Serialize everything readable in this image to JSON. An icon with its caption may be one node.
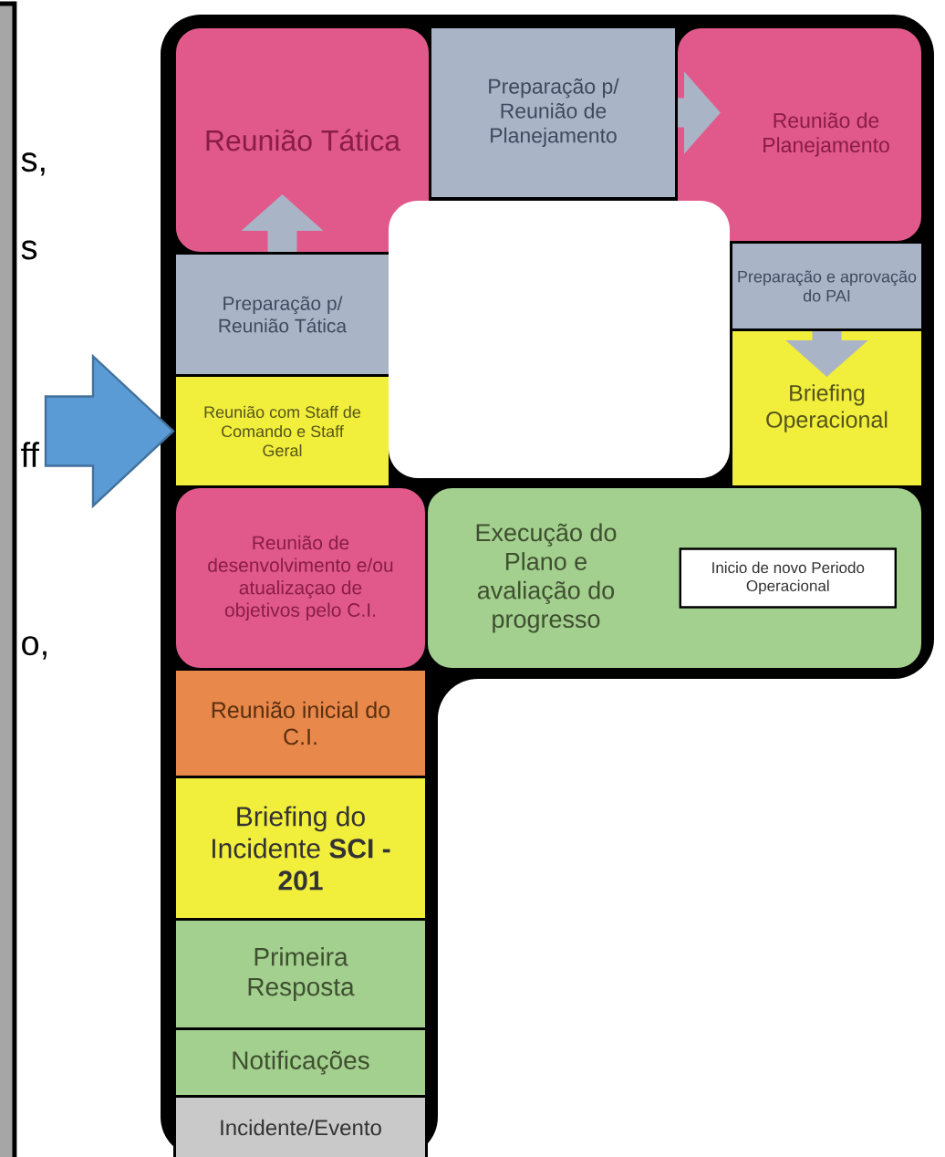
{
  "diagram": {
    "nodes": [
      {
        "text": [
          "Reunião Tática"
        ]
      },
      {
        "text": [
          "Preparação p/ Reunião de Planejamento"
        ]
      },
      {
        "text": [
          "Reunião de Planejamento"
        ]
      },
      {
        "text": [
          "Preparação p/ Reunião Tática"
        ]
      },
      {
        "text": [
          "Reunião com Staff de Comando e Staff Geral"
        ]
      },
      {
        "text": [
          "Preparação e aprovação do PAI"
        ]
      },
      {
        "text": [
          "Briefing Operacional"
        ]
      },
      {
        "text": [
          "Reunião de desenvolvimento e/ou atualizaçao de objetivos pelo C.I."
        ]
      },
      {
        "text": [
          "Execução do Plano e avaliação do progresso"
        ]
      },
      {
        "text": [
          "Inicio de novo Periodo Operacional"
        ],
        "in": 8
      },
      {
        "text": [
          "Reunião inicial do C.I."
        ]
      },
      {
        "text": [
          "Briefing do Incidente **SCI - 201**"
        ]
      },
      {
        "text": [
          "Primeira Resposta"
        ]
      },
      {
        "text": [
          "Notificações"
        ]
      },
      {
        "text": [
          "Incidente/Evento"
        ]
      }
    ],
    "edges": [
      {
        "from": null,
        "to": 4,
        "arrow": "to",
        "style": "thick",
        "color": "#5b9bd5"
      },
      {
        "from": 3,
        "to": 0,
        "arrow": "to"
      },
      {
        "from": 1,
        "to": 2,
        "arrow": "to"
      },
      {
        "from": 5,
        "to": 6,
        "arrow": "to"
      }
    ],
    "labels": [
      "s,",
      "s",
      "ff",
      "o,"
    ]
  }
}
